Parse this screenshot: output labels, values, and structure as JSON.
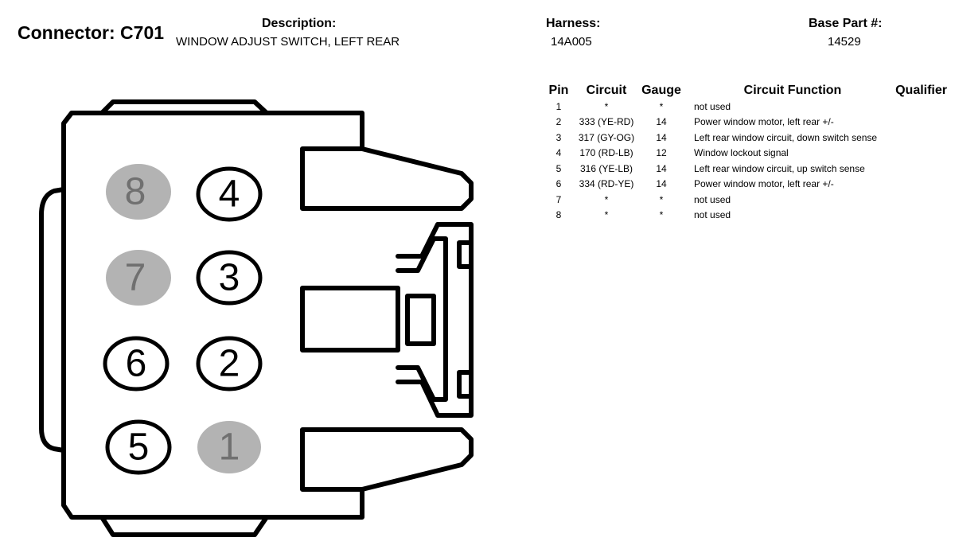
{
  "header": {
    "connector": "Connector: C701",
    "description_label": "Description:",
    "description_value": "WINDOW ADJUST SWITCH, LEFT REAR",
    "harness_label": "Harness:",
    "harness_value": "14A005",
    "base_part_label": "Base Part #:",
    "base_part_value": "14529"
  },
  "table": {
    "headers": {
      "pin": "Pin",
      "circuit": "Circuit",
      "gauge": "Gauge",
      "function": "Circuit Function",
      "qualifier": "Qualifier"
    },
    "rows": [
      {
        "pin": "1",
        "circuit": "*",
        "gauge": "*",
        "function": "not used"
      },
      {
        "pin": "2",
        "circuit": "333 (YE-RD)",
        "gauge": "14",
        "function": "Power window motor, left rear +/-"
      },
      {
        "pin": "3",
        "circuit": "317 (GY-OG)",
        "gauge": "14",
        "function": "Left rear window circuit, down switch sense"
      },
      {
        "pin": "4",
        "circuit": "170 (RD-LB)",
        "gauge": "12",
        "function": "Window lockout signal"
      },
      {
        "pin": "5",
        "circuit": "316 (YE-LB)",
        "gauge": "14",
        "function": "Left rear window circuit, up switch sense"
      },
      {
        "pin": "6",
        "circuit": "334 (RD-YE)",
        "gauge": "14",
        "function": "Power window motor, left rear +/-"
      },
      {
        "pin": "7",
        "circuit": "*",
        "gauge": "*",
        "function": "not used"
      },
      {
        "pin": "8",
        "circuit": "*",
        "gauge": "*",
        "function": "not used"
      }
    ]
  },
  "pins": {
    "p1": {
      "label": "1",
      "used": false
    },
    "p2": {
      "label": "2",
      "used": true
    },
    "p3": {
      "label": "3",
      "used": true
    },
    "p4": {
      "label": "4",
      "used": true
    },
    "p5": {
      "label": "5",
      "used": true
    },
    "p6": {
      "label": "6",
      "used": true
    },
    "p7": {
      "label": "7",
      "used": false
    },
    "p8": {
      "label": "8",
      "used": false
    }
  },
  "colors": {
    "unused_pin_fill": "#b3b3b3",
    "unused_pin_text": "#707070",
    "line": "#000000"
  }
}
